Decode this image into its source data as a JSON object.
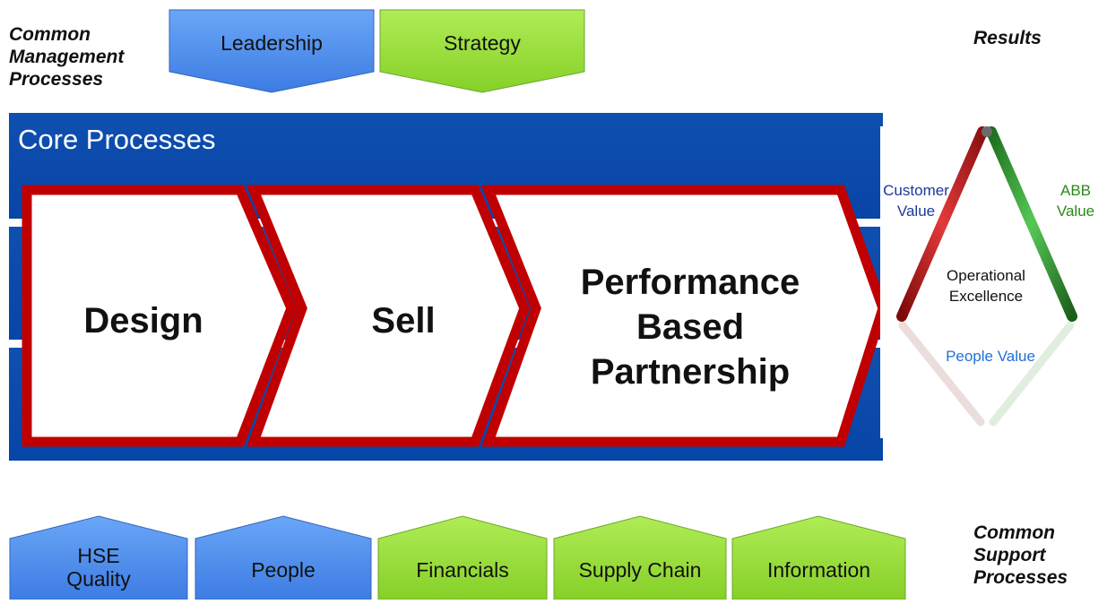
{
  "labels": {
    "common_management": "Common Management Processes",
    "results": "Results",
    "common_support": "Common Support Processes"
  },
  "management": {
    "leadership": "Leadership",
    "strategy": "Strategy"
  },
  "core": {
    "title": "Core Processes",
    "design": "Design",
    "sell": "Sell",
    "pbp_line1": "Performance",
    "pbp_line2": "Based",
    "pbp_line3": "Partnership"
  },
  "results_triangle": {
    "customer_line1": "Customer",
    "customer_line2": "Value",
    "abb_line1": "ABB",
    "abb_line2": "Value",
    "operational_line1": "Operational",
    "operational_line2": "Excellence",
    "people_value": "People Value"
  },
  "support": {
    "hse_line1": "HSE",
    "hse_line2": "Quality",
    "people": "People",
    "financials": "Financials",
    "supply_chain": "Supply Chain",
    "information": "Information"
  },
  "colors": {
    "blue_shape": "#4f8ef0",
    "green_shape": "#9ee23c",
    "band": "#0b48aa",
    "chevron_border": "#c00000",
    "customer_text": "#1a3a9a",
    "abb_text": "#2a8a1a",
    "people_text": "#1f6fd8"
  }
}
